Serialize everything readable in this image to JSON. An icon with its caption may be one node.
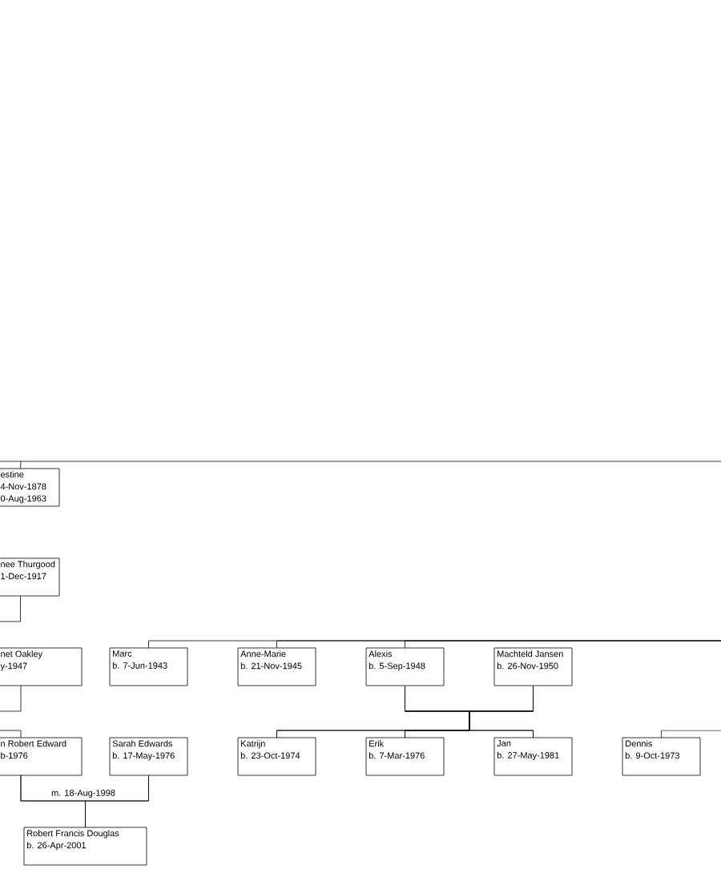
{
  "diagram": {
    "nodes": [
      {
        "text": [
          "estine",
          "4-Nov-1878",
          "0-Aug-1963"
        ]
      },
      {
        "text": [
          "nee Thurgood",
          "1-Dec-1917"
        ]
      },
      {
        "text": [
          "net Oakley",
          "y-1947"
        ]
      },
      {
        "text": [
          "Marc",
          "b. 7-Jun-1943"
        ]
      },
      {
        "text": [
          "Anne-Marie",
          "b. 21-Nov-1945"
        ]
      },
      {
        "text": [
          "Alexis",
          "b. 5-Sep-1948"
        ]
      },
      {
        "text": [
          "Machteld Jansen",
          "b. 26-Nov-1950"
        ]
      },
      {
        "text": [
          "n Robert Edward",
          "b-1976"
        ]
      },
      {
        "text": [
          "Sarah Edwards",
          "b. 17-May-1976"
        ]
      },
      {
        "text": [
          "Katrijn",
          "b. 23-Oct-1974"
        ]
      },
      {
        "text": [
          "Erik",
          "b. 7-Mar-1976"
        ]
      },
      {
        "text": [
          "Jan",
          "b. 27-May-1981"
        ]
      },
      {
        "text": [
          "Dennis",
          "b. 9-Oct-1973"
        ]
      },
      {
        "text": [
          "Robert Francis Douglas",
          "b. 26-Apr-2001"
        ]
      }
    ],
    "edges": [
      {
        "from": null,
        "to": 0,
        "arrow": "none"
      },
      {
        "from": 1,
        "to": null,
        "arrow": "none"
      },
      {
        "from": null,
        "to": 3,
        "arrow": "none"
      },
      {
        "from": null,
        "to": 4,
        "arrow": "none"
      },
      {
        "from": null,
        "to": 5,
        "arrow": "none"
      },
      {
        "from": 2,
        "to": null,
        "arrow": "none"
      },
      {
        "from": 5,
        "to": 6,
        "arrow": "none"
      },
      {
        "from": 5,
        "to": 9,
        "arrow": "none"
      },
      {
        "from": 5,
        "to": 10,
        "arrow": "none"
      },
      {
        "from": 5,
        "to": 11,
        "arrow": "none"
      },
      {
        "from": 6,
        "to": 9,
        "arrow": "none"
      },
      {
        "from": 6,
        "to": 10,
        "arrow": "none"
      },
      {
        "from": 6,
        "to": 11,
        "arrow": "none"
      },
      {
        "from": null,
        "to": 7,
        "arrow": "none"
      },
      {
        "from": null,
        "to": 12,
        "arrow": "none"
      },
      {
        "from": 7,
        "to": 8,
        "arrow": "none",
        "label": "m. 18-Aug-1998"
      },
      {
        "from": 7,
        "to": 13,
        "arrow": "none"
      },
      {
        "from": 8,
        "to": 13,
        "arrow": "none"
      }
    ]
  }
}
